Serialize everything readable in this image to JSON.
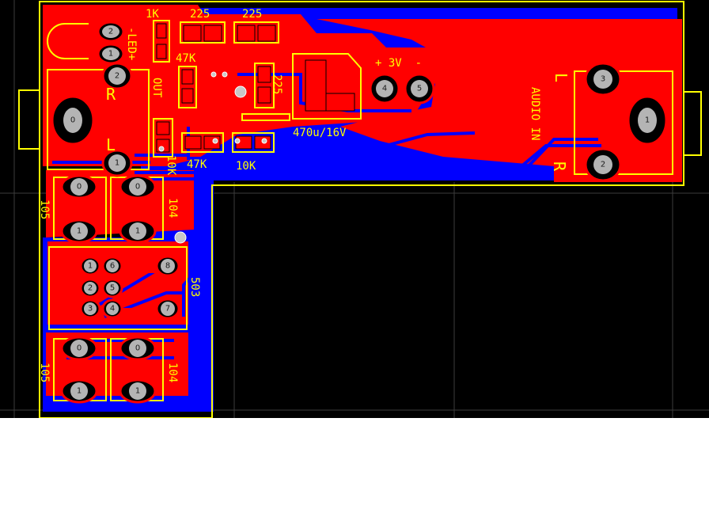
{
  "colors": {
    "background": "#000000",
    "top_copper": "#ff0000",
    "bottom_copper": "#0000ff",
    "silkscreen": "#ffff00",
    "pad": "#b4b4b4",
    "grid": "#3c3c3c",
    "outside": "#ffffff"
  },
  "labels": {
    "r1": "1K",
    "c1": "225",
    "c2": "225",
    "c3": "225",
    "r2": "47K",
    "r3": "47K",
    "r4": "10K",
    "r5": "10K",
    "led": "-LED+",
    "out": "OUT",
    "out_r": "R",
    "out_l": "L",
    "cap": "470u/16V",
    "power": "+ 3V  -",
    "audio_in": "AUDIO IN",
    "in_l": "L",
    "in_r": "R",
    "c4": "105",
    "c5": "104",
    "c6": "105",
    "c7": "104",
    "ic": "503"
  },
  "pads": {
    "led_a": "2",
    "led_b": "1",
    "out_jack_2": "2",
    "out_jack_0": "0",
    "out_jack_1": "1",
    "c105a_0": "0",
    "c105a_1": "1",
    "c104a_0": "0",
    "c104a_1": "1",
    "ic_1": "1",
    "ic_2": "2",
    "ic_3": "3",
    "ic_4": "4",
    "ic_5": "5",
    "ic_6": "6",
    "ic_7": "7",
    "ic_8": "8",
    "c105b_0": "0",
    "c105b_1": "1",
    "c104b_0": "0",
    "c104b_1": "1",
    "pwr_4": "4",
    "pwr_5": "5",
    "in_jack_3": "3",
    "in_jack_1": "1",
    "in_jack_2": "2"
  }
}
